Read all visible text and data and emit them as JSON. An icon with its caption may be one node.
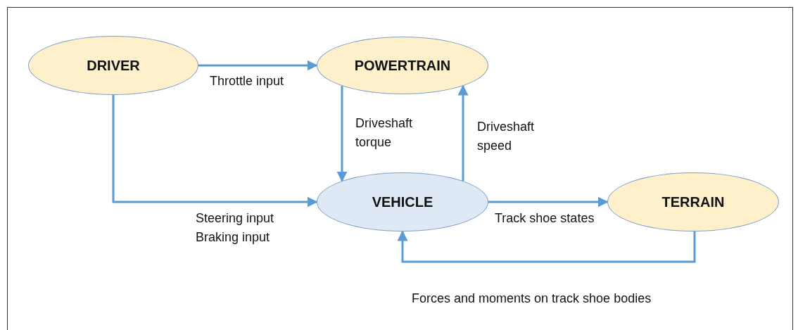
{
  "diagram": {
    "nodes": [
      {
        "text": [
          "DRIVER"
        ]
      },
      {
        "text": [
          "POWERTRAIN"
        ]
      },
      {
        "text": [
          "VEHICLE"
        ]
      },
      {
        "text": [
          "TERRAIN"
        ]
      }
    ],
    "edges": [
      {
        "from": 0,
        "to": 1,
        "arrow": "to",
        "label": "Throttle input"
      },
      {
        "from": 0,
        "to": 2,
        "arrow": "to",
        "label": "Steering input Braking input"
      },
      {
        "from": 1,
        "to": 2,
        "arrow": "to",
        "label": "Driveshaft torque"
      },
      {
        "from": 2,
        "to": 1,
        "arrow": "to",
        "label": "Driveshaft speed"
      },
      {
        "from": 2,
        "to": 3,
        "arrow": "to",
        "label": "Track shoe states"
      },
      {
        "from": 3,
        "to": 2,
        "arrow": "to",
        "label": "Forces and moments on track shoe bodies"
      }
    ]
  }
}
